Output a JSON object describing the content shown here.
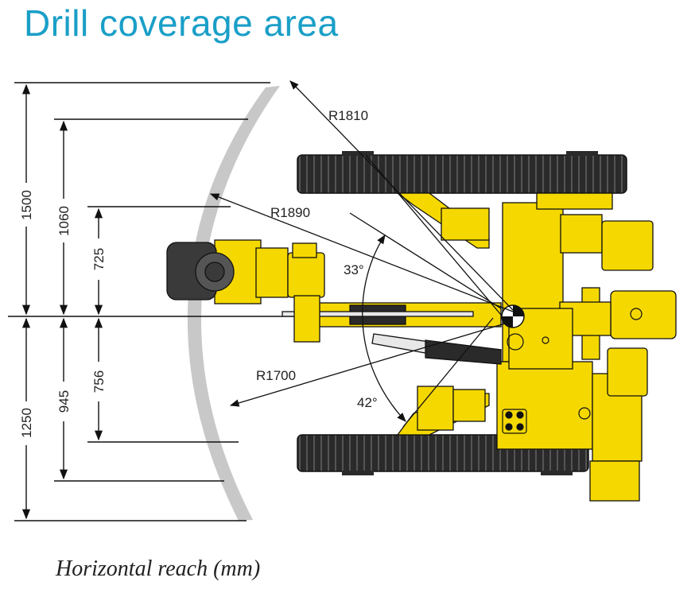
{
  "title": "Drill coverage area",
  "caption": "Horizontal reach (mm)",
  "colors": {
    "title": "#1a9fc7",
    "machine_yellow": "#f5d800",
    "machine_yellow_dark": "#c9a800",
    "track": "#2a2a2a",
    "coverage_arc": "#c8c8c8",
    "drill_head": "#3a3a3a",
    "lines": "#111111"
  },
  "radii": {
    "upper": "R1810",
    "middle": "R1890",
    "lower": "R1700"
  },
  "angles": {
    "upper": "33°",
    "lower": "42°"
  },
  "dimensions_above": {
    "outer": "1500",
    "middle": "1060",
    "inner": "725"
  },
  "dimensions_below": {
    "outer": "1250",
    "middle": "945",
    "inner": "756"
  },
  "icons": {
    "pivot": "pivot-marker-icon",
    "arrow": "arrow-head-icon"
  }
}
